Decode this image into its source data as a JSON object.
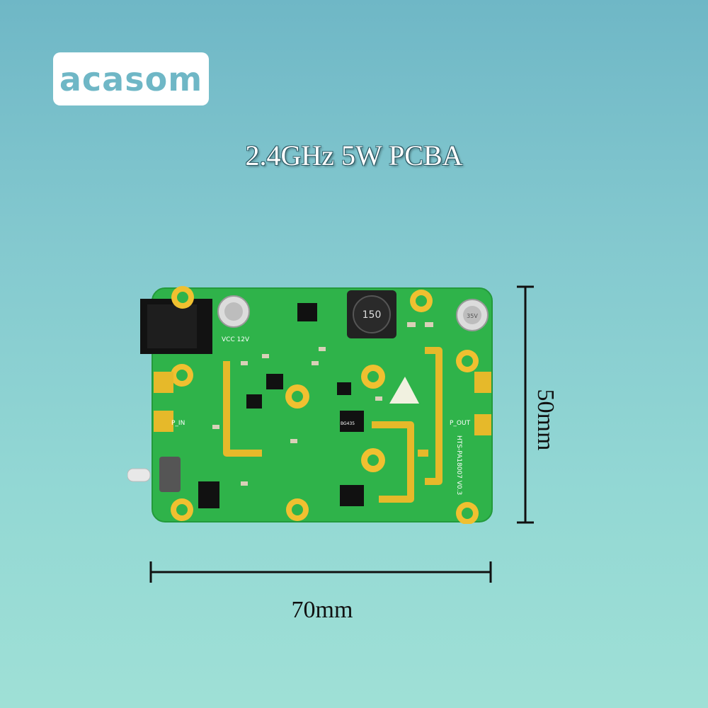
{
  "logo": {
    "text": "acasom"
  },
  "title": "2.4GHz 5W PCBA",
  "pcb": {
    "labels": {
      "vcc": "VCC 12V",
      "p_in": "P_IN",
      "p_out": "P_OUT",
      "board_id": "HTS-PA18007 V0.3",
      "inductor": "150",
      "cap": "35V",
      "chip": "BG435"
    }
  },
  "dimensions": {
    "width": "70mm",
    "height": "50mm"
  },
  "colors": {
    "background_top": "#6fb7c6",
    "background_bottom": "#9fe0d6",
    "pcb_green": "#2fb34a",
    "gold": "#e6b92a"
  }
}
